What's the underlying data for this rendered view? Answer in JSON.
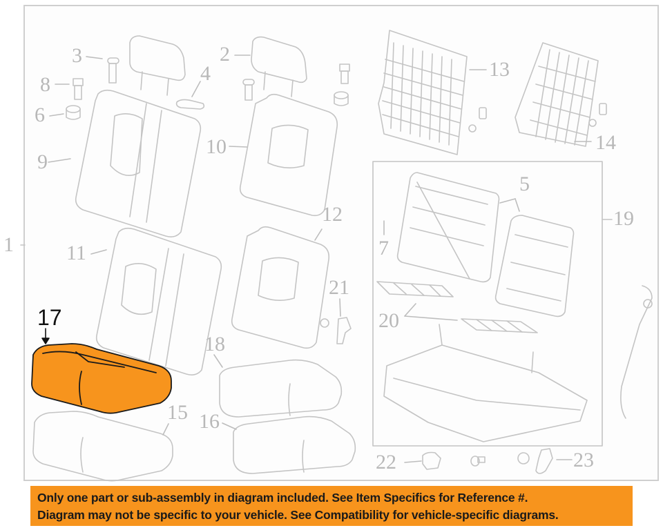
{
  "diagram": {
    "title": "Rear seat components exploded parts diagram",
    "highlight_color": "#f7941d",
    "line_color": "#c4c4c4",
    "highlighted_part": "17",
    "callouts": [
      {
        "id": "c1",
        "label": "1"
      },
      {
        "id": "c2",
        "label": "2"
      },
      {
        "id": "c3",
        "label": "3"
      },
      {
        "id": "c4",
        "label": "4"
      },
      {
        "id": "c5",
        "label": "5"
      },
      {
        "id": "c6",
        "label": "6"
      },
      {
        "id": "c7",
        "label": "7"
      },
      {
        "id": "c8",
        "label": "8"
      },
      {
        "id": "c9",
        "label": "9"
      },
      {
        "id": "c10",
        "label": "10"
      },
      {
        "id": "c11",
        "label": "11"
      },
      {
        "id": "c12",
        "label": "12"
      },
      {
        "id": "c13",
        "label": "13"
      },
      {
        "id": "c14",
        "label": "14"
      },
      {
        "id": "c15",
        "label": "15"
      },
      {
        "id": "c16",
        "label": "16"
      },
      {
        "id": "c17",
        "label": "17"
      },
      {
        "id": "c18",
        "label": "18"
      },
      {
        "id": "c19",
        "label": "19"
      },
      {
        "id": "c20",
        "label": "20"
      },
      {
        "id": "c21",
        "label": "21"
      },
      {
        "id": "c22",
        "label": "22"
      },
      {
        "id": "c23",
        "label": "23"
      }
    ]
  },
  "banner": {
    "line1": "Only one part or sub-assembly in diagram included. See Item Specifics for Reference #.",
    "line2": "Diagram may not be specific to your vehicle. See Compatibility for vehicle-specific diagrams.",
    "background": "#f7941d"
  }
}
